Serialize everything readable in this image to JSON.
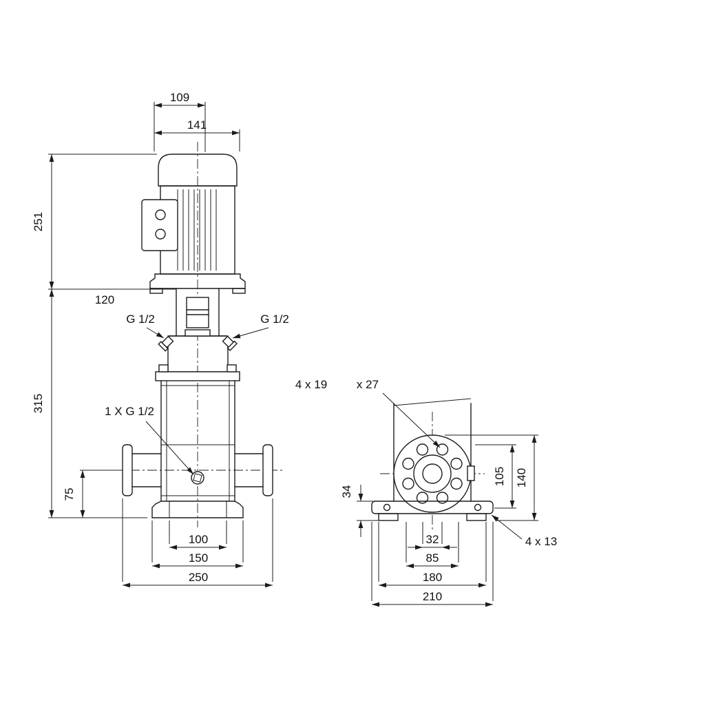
{
  "drawing": {
    "front": {
      "dim_109": "109",
      "dim_141": "141",
      "dim_251": "251",
      "dim_120": "120",
      "dim_315": "315",
      "dim_75": "75",
      "dim_100": "100",
      "dim_150": "150",
      "dim_250": "250",
      "plug_left": "G 1/2",
      "plug_right": "G 1/2",
      "drain_plug": "1 X G 1/2"
    },
    "side": {
      "flange_holes": "4 x 19",
      "flange_holes_depth": "x 27",
      "dim_34": "34",
      "dim_105": "105",
      "dim_140": "140",
      "dim_32": "32",
      "dim_85": "85",
      "dim_180": "180",
      "dim_210": "210",
      "base_holes": "4 x 13"
    }
  }
}
